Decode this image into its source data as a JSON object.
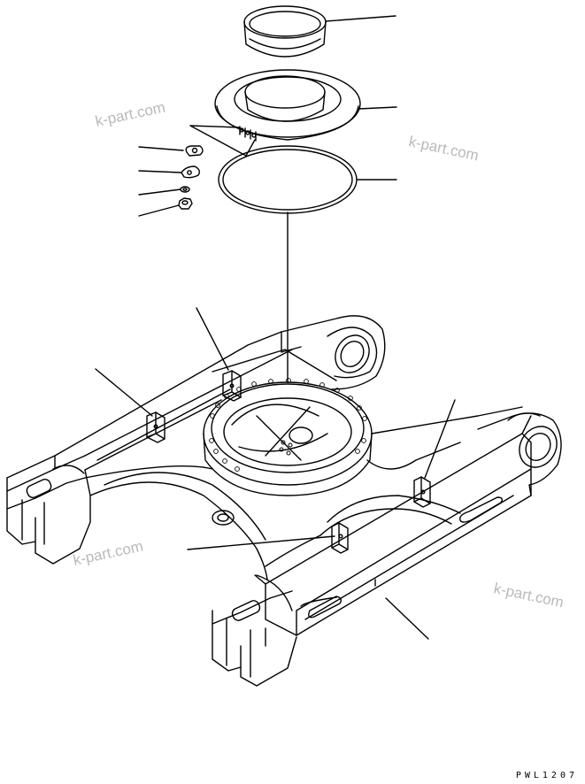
{
  "watermarks": [
    "k-part.com",
    "k-part.com",
    "k-part.com",
    "k-part.com"
  ],
  "drawing_code": "PWL1207",
  "line_color": "#000000",
  "watermark_color": "#b9b9b9"
}
